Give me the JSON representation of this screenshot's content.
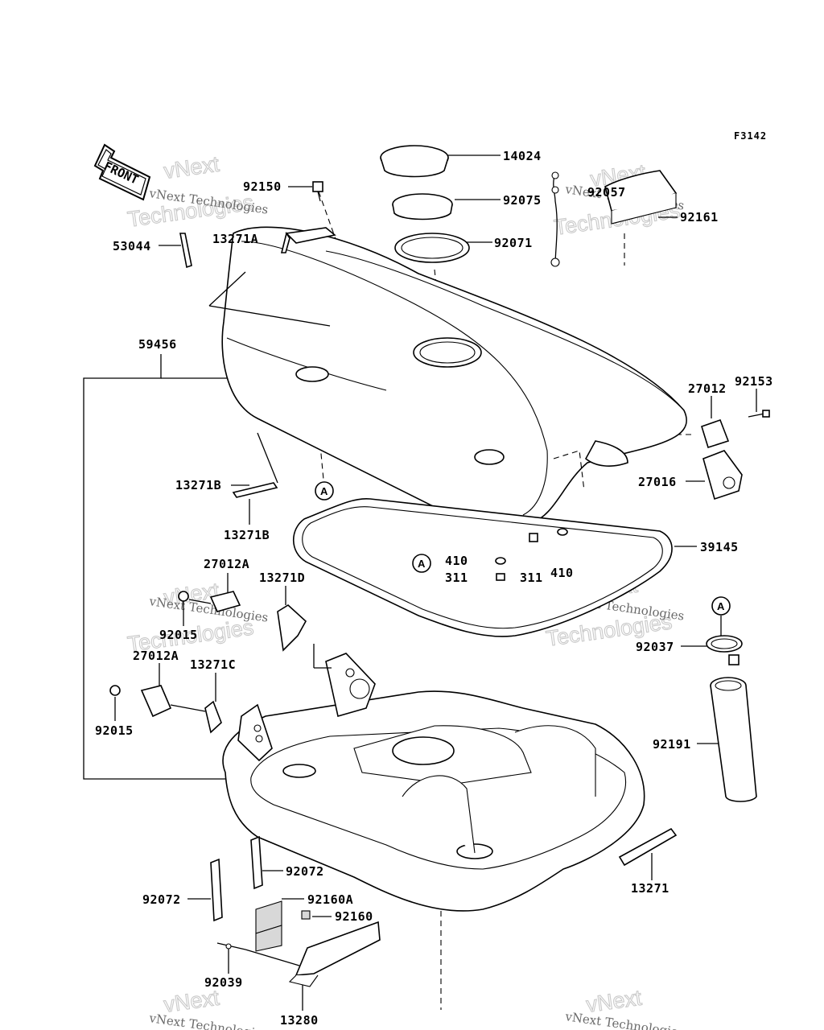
{
  "figure_code": "F3142",
  "front_label": "FRONT",
  "reference_marker": "A",
  "watermark": {
    "line1": "vNext Technologies",
    "line2": "vNext",
    "line3": "Technologies"
  },
  "labels": {
    "p14024": "14024",
    "p92075": "92075",
    "p92071": "92071",
    "p92150": "92150",
    "p13271A": "13271A",
    "p53044": "53044",
    "p92057": "92057",
    "p92161": "92161",
    "p59456": "59456",
    "p27012": "27012",
    "p92153": "92153",
    "p27016": "27016",
    "p13271B_top": "13271B",
    "p13271B_bot": "13271B",
    "p39145": "39145",
    "p410_left": "410",
    "p311_left": "311",
    "p311_right": "311",
    "p410_right": "410",
    "p27012A_top": "27012A",
    "p13271D": "13271D",
    "p92015_top": "92015",
    "p92037": "92037",
    "p27012A_bot": "27012A",
    "p13271C": "13271C",
    "p92015_bot": "92015",
    "p92191": "92191",
    "p92072_right": "92072",
    "p92072_left": "92072",
    "p92160A": "92160A",
    "p92160": "92160",
    "p13271": "13271",
    "p92039": "92039",
    "p13280": "13280"
  }
}
